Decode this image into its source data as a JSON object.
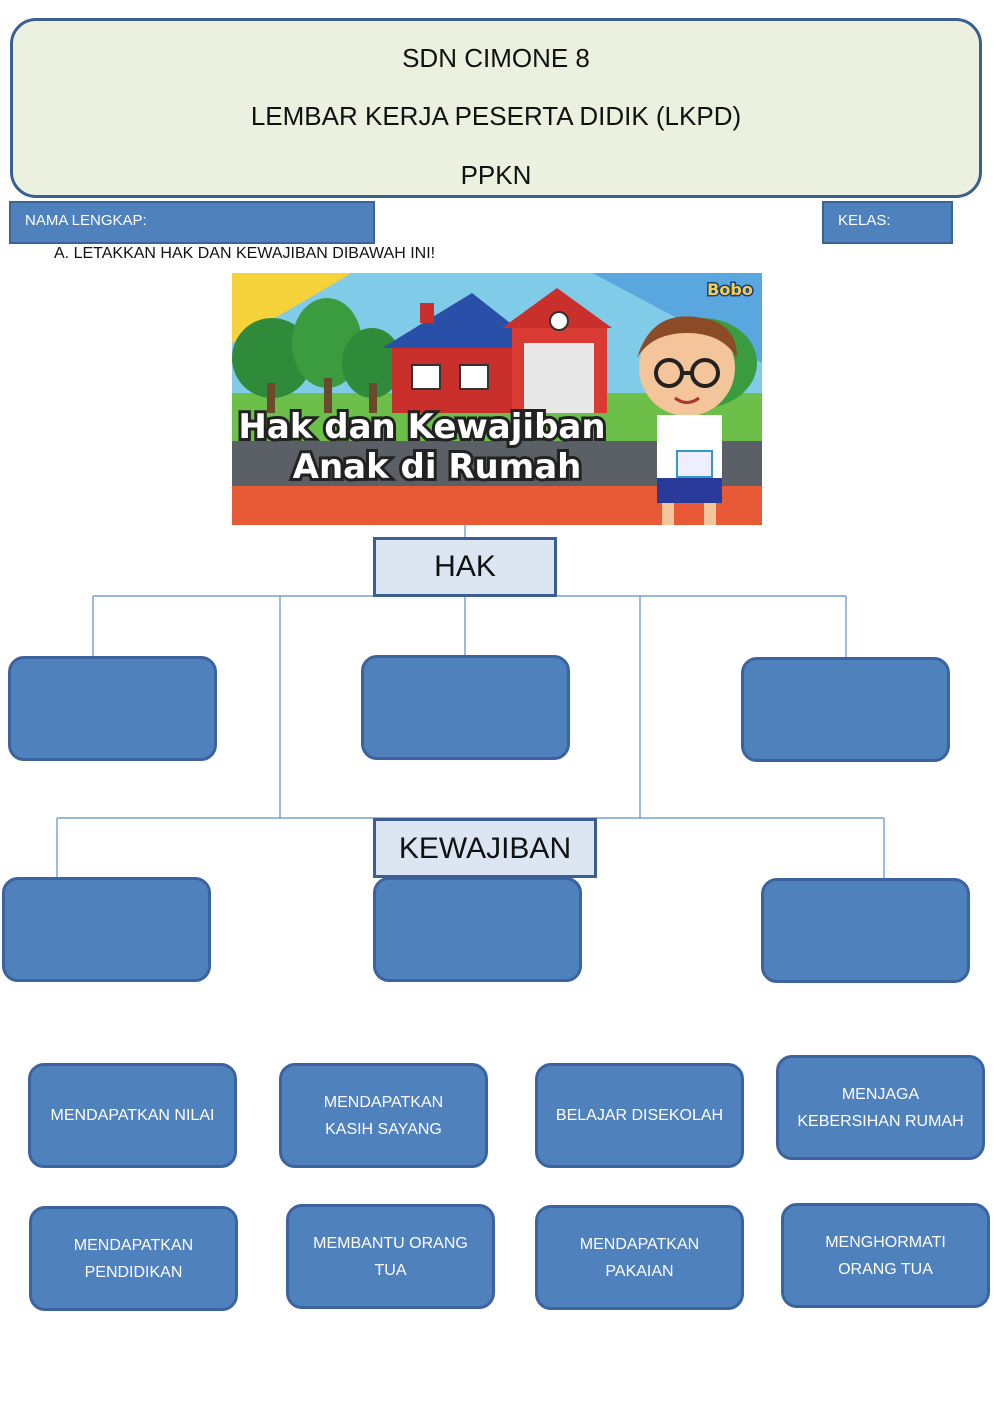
{
  "header": {
    "school": "SDN CIMONE 8",
    "title": "LEMBAR KERJA PESERTA DIDIK (LKPD)",
    "subject": "PPKN"
  },
  "fields": {
    "name_label": "NAMA LENGKAP:",
    "class_label": "KELAS:"
  },
  "instruction": "A.   LETAKKAN HAK DAN KEWAJIBAN DIBAWAH INI!",
  "banner": {
    "line1": "Hak dan Kewajiban",
    "line2": "Anak di Rumah",
    "logo": "Bobo"
  },
  "categories": {
    "hak": "HAK",
    "kewajiban": "KEWAJIBAN"
  },
  "cards": [
    {
      "line1": "MENDAPATKAN NILAI",
      "line2": ""
    },
    {
      "line1": "MENDAPATKAN",
      "line2": "KASIH SAYANG"
    },
    {
      "line1": "BELAJAR DISEKOLAH",
      "line2": ""
    },
    {
      "line1": "MENJAGA",
      "line2": "KEBERSIHAN RUMAH"
    },
    {
      "line1": "MENDAPATKAN",
      "line2": "PENDIDIKAN"
    },
    {
      "line1": "MEMBANTU ORANG",
      "line2": "TUA"
    },
    {
      "line1": "MENDAPATKAN",
      "line2": "PAKAIAN"
    },
    {
      "line1": "MENGHORMATI",
      "line2": "ORANG TUA"
    }
  ]
}
